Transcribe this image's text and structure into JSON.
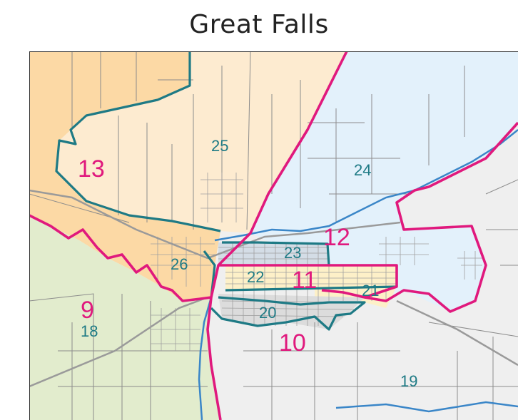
{
  "title": "Great Falls",
  "colors": {
    "house_boundary": "#e0197d",
    "senate_boundary": "#1e7a85",
    "d13_fill": "#fcd9a5",
    "d25_fill": "#fdebd0",
    "d24_fill": "#e3f1fb",
    "d18_fill": "#e2eccd",
    "d19_fill": "#efefef",
    "river": "#3a86c8",
    "road": "#8c8c8c"
  },
  "house_districts": [
    {
      "label": "13"
    },
    {
      "label": "12"
    },
    {
      "label": "11"
    },
    {
      "label": "10"
    },
    {
      "label": "9"
    }
  ],
  "senate_districts": [
    {
      "label": "25"
    },
    {
      "label": "24"
    },
    {
      "label": "23"
    },
    {
      "label": "26"
    },
    {
      "label": "22"
    },
    {
      "label": "21"
    },
    {
      "label": "20"
    },
    {
      "label": "18"
    },
    {
      "label": "19"
    }
  ]
}
